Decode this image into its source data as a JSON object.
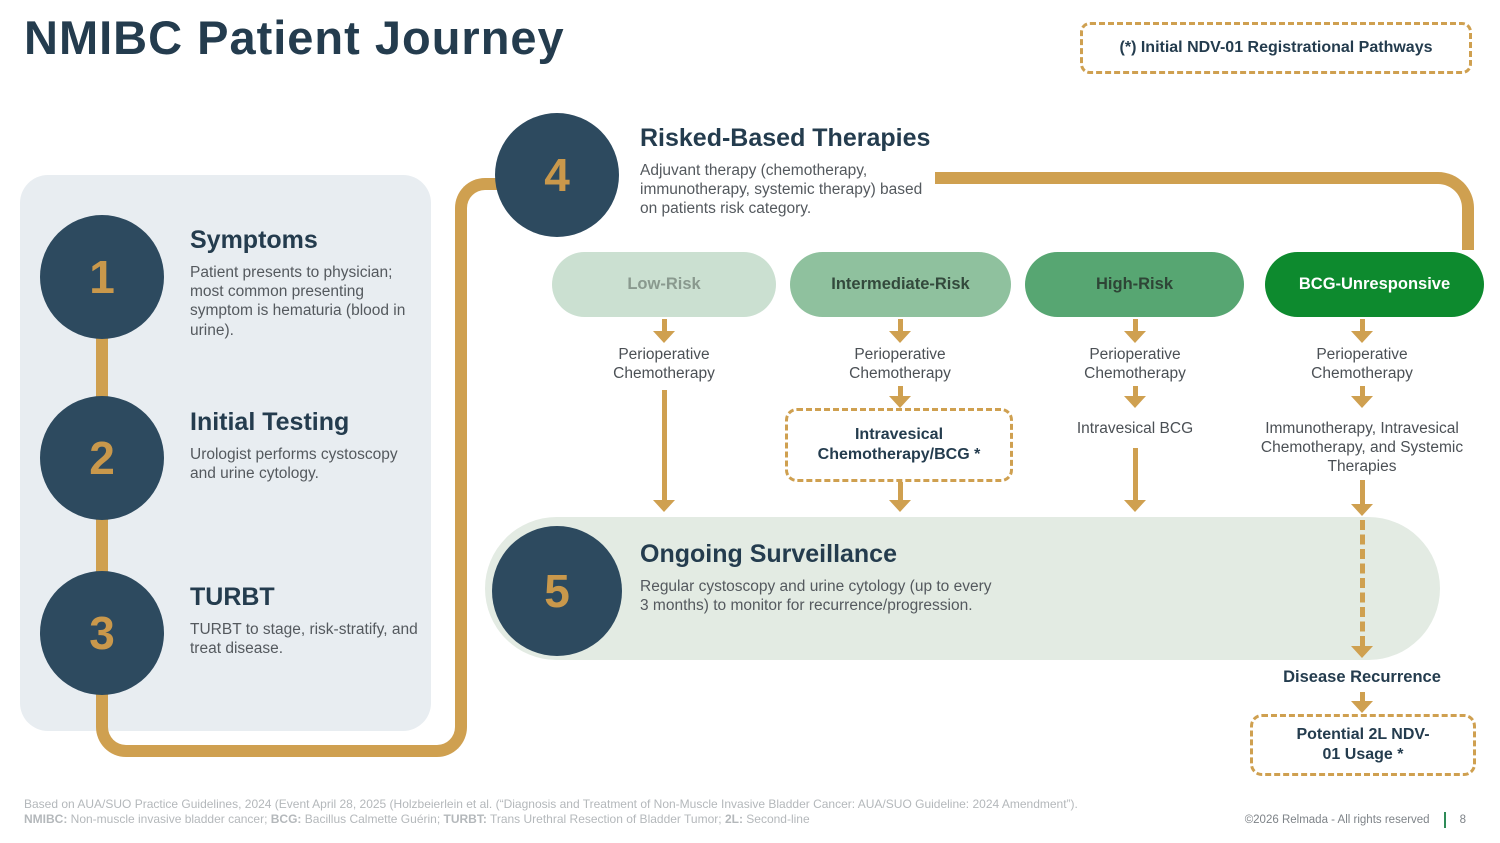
{
  "slide": {
    "title": "NMIBC Patient Journey",
    "badge": "(*) Initial NDV-01 Registrational Pathways",
    "copyright": "©2026 Relmada - All rights reserved",
    "page_number": "8"
  },
  "steps": [
    {
      "number": "1",
      "title": "Symptoms",
      "description": "Patient presents to physician; most common presenting symptom is hematuria (blood in urine)."
    },
    {
      "number": "2",
      "title": "Initial Testing",
      "description": "Urologist performs cystoscopy and urine cytology."
    },
    {
      "number": "3",
      "title": "TURBT",
      "description": "TURBT to stage, risk-stratify, and treat disease."
    },
    {
      "number": "4",
      "title": "Risked-Based Therapies",
      "description": "Adjuvant therapy (chemotherapy, immunotherapy, systemic therapy) based on patients risk category."
    },
    {
      "number": "5",
      "title": "Ongoing Surveillance",
      "description": "Regular cystoscopy and urine cytology (up to every 3 months) to monitor for recurrence/progression."
    }
  ],
  "risk_columns": [
    {
      "label": "Low-Risk",
      "treatment": "Perioperative Chemotherapy"
    },
    {
      "label": "Intermediate-Risk",
      "treatment": "Perioperative Chemotherapy",
      "second_line": "Intravesical Chemotherapy/BCG *"
    },
    {
      "label": "High-Risk",
      "treatment": "Perioperative Chemotherapy",
      "second_line": "Intravesical BCG"
    },
    {
      "label": "BCG-Unresponsive",
      "treatment": "Perioperative Chemotherapy",
      "second_line": "Immunotherapy, Intravesical Chemotherapy, and Systemic Therapies"
    }
  ],
  "recurrence": {
    "label": "Disease Recurrence",
    "box_label": "Potential 2L NDV-01 Usage *"
  },
  "footnotes": {
    "source": "Based on AUA/SUO Practice Guidelines, 2024 (Event April 28, 2025 (Holzbeierlein et al. (“Diagnosis and Treatment of Non-Muscle Invasive Bladder Cancer: AUA/SUO Guideline: 2024 Amendment”).",
    "abbr": [
      {
        "term": "NMIBC:",
        "definition": " Non-muscle invasive bladder cancer; "
      },
      {
        "term": "BCG:",
        "definition": " Bacillus Calmette Guérin; "
      },
      {
        "term": "TURBT:",
        "definition": " Trans Urethral Resection of Bladder Tumor; "
      },
      {
        "term": "2L:",
        "definition": " Second-line"
      }
    ]
  },
  "colors": {
    "navy": "#2D4A5F",
    "title_navy": "#243C4E",
    "gold_accent": "#CFA050",
    "low_risk_green": "#CBE0D1",
    "intermediate_risk_green": "#8FC19E",
    "high_risk_green": "#57A672",
    "bcg_green": "#0D8A2E",
    "surveillance_green": "#E3EBE3",
    "panel_gray": "#E8EDF1",
    "page_sep_green": "#2E8B57"
  }
}
